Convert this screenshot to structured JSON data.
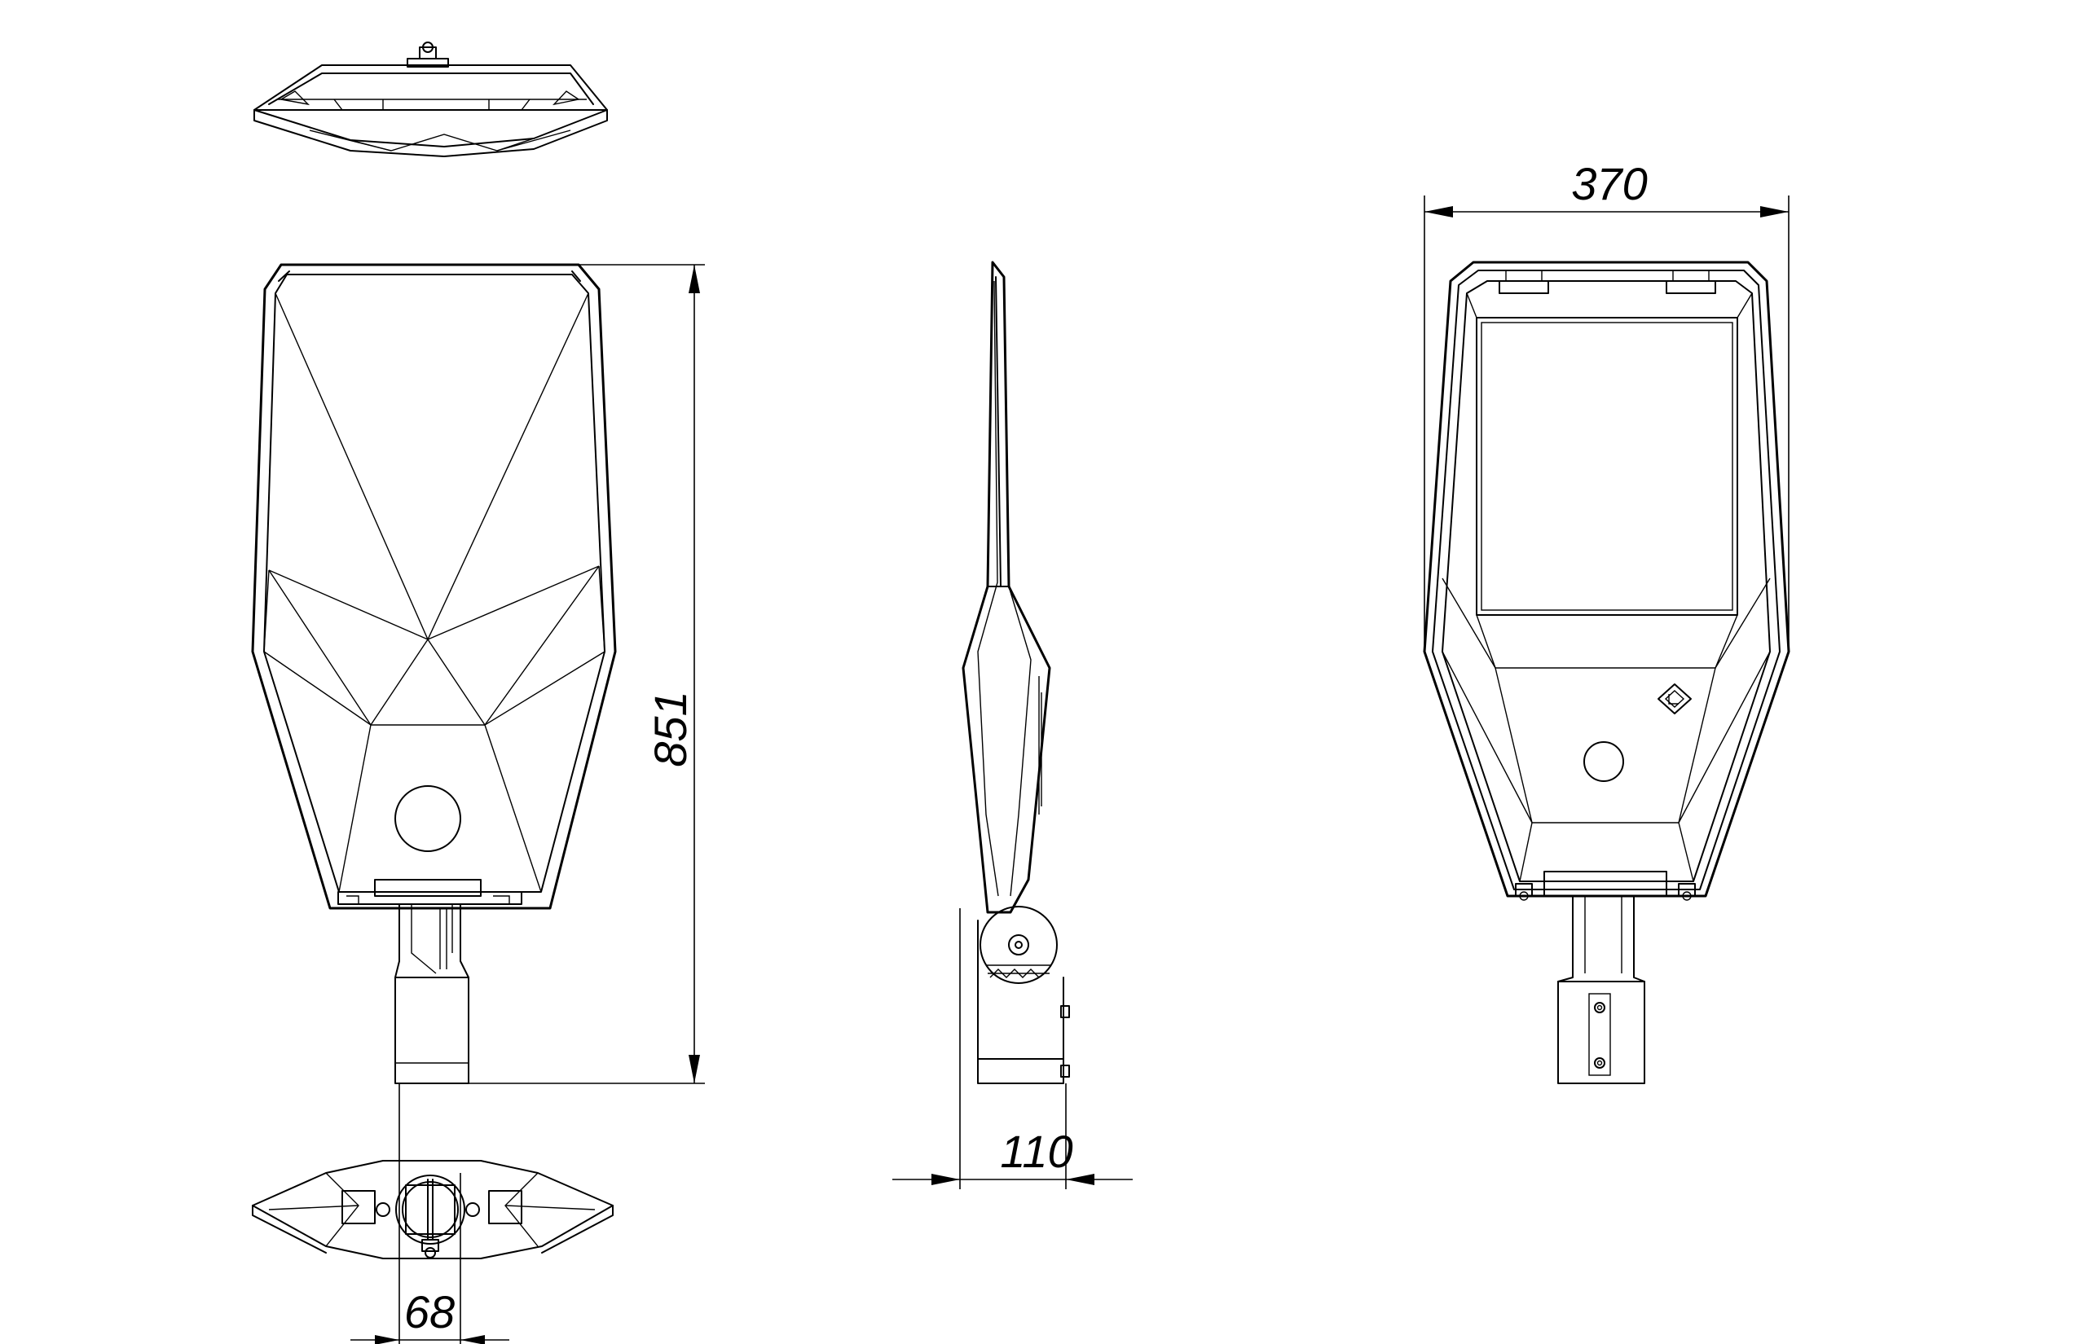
{
  "dimensions": {
    "height": "851",
    "width": "370",
    "depth": "110",
    "mount_diameter": "68"
  },
  "colors": {
    "line": "#000000",
    "background": "#ffffff"
  }
}
